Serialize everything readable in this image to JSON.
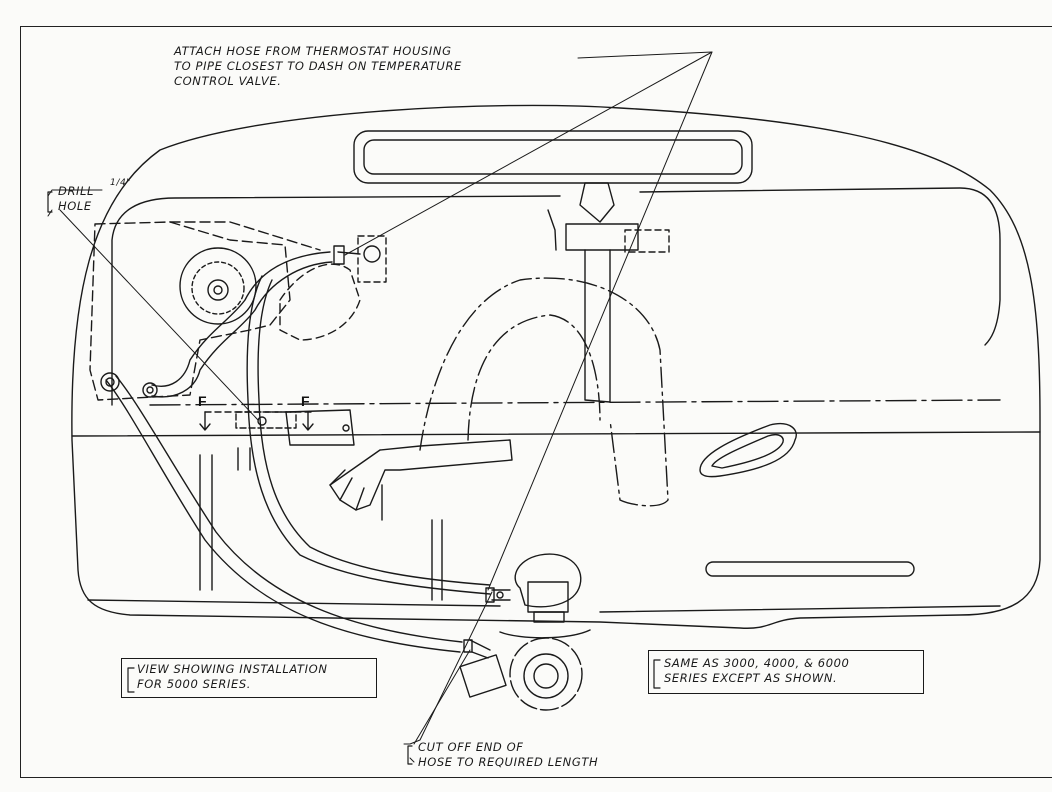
{
  "notes": {
    "attach_hose": [
      "ATTACH HOSE FROM THERMOSTAT HOUSING",
      "TO PIPE CLOSEST TO DASH ON TEMPERATURE",
      "CONTROL VALVE."
    ],
    "drill_hole": [
      "DRILL",
      "HOLE"
    ],
    "drill_fraction": "1/4\"",
    "view_caption": [
      "VIEW  SHOWING INSTALLATION",
      "FOR 5000 SERIES."
    ],
    "same_as": [
      "SAME AS 3000, 4000, & 6000",
      "SERIES EXCEPT AS SHOWN."
    ],
    "cut_off": [
      "CUT OFF END OF",
      "HOSE TO REQUIRED LENGTH"
    ]
  },
  "section_marks": [
    "F",
    "F"
  ],
  "colors": {
    "ink": "#1a1a1a",
    "paper": "#fbfbf9"
  }
}
